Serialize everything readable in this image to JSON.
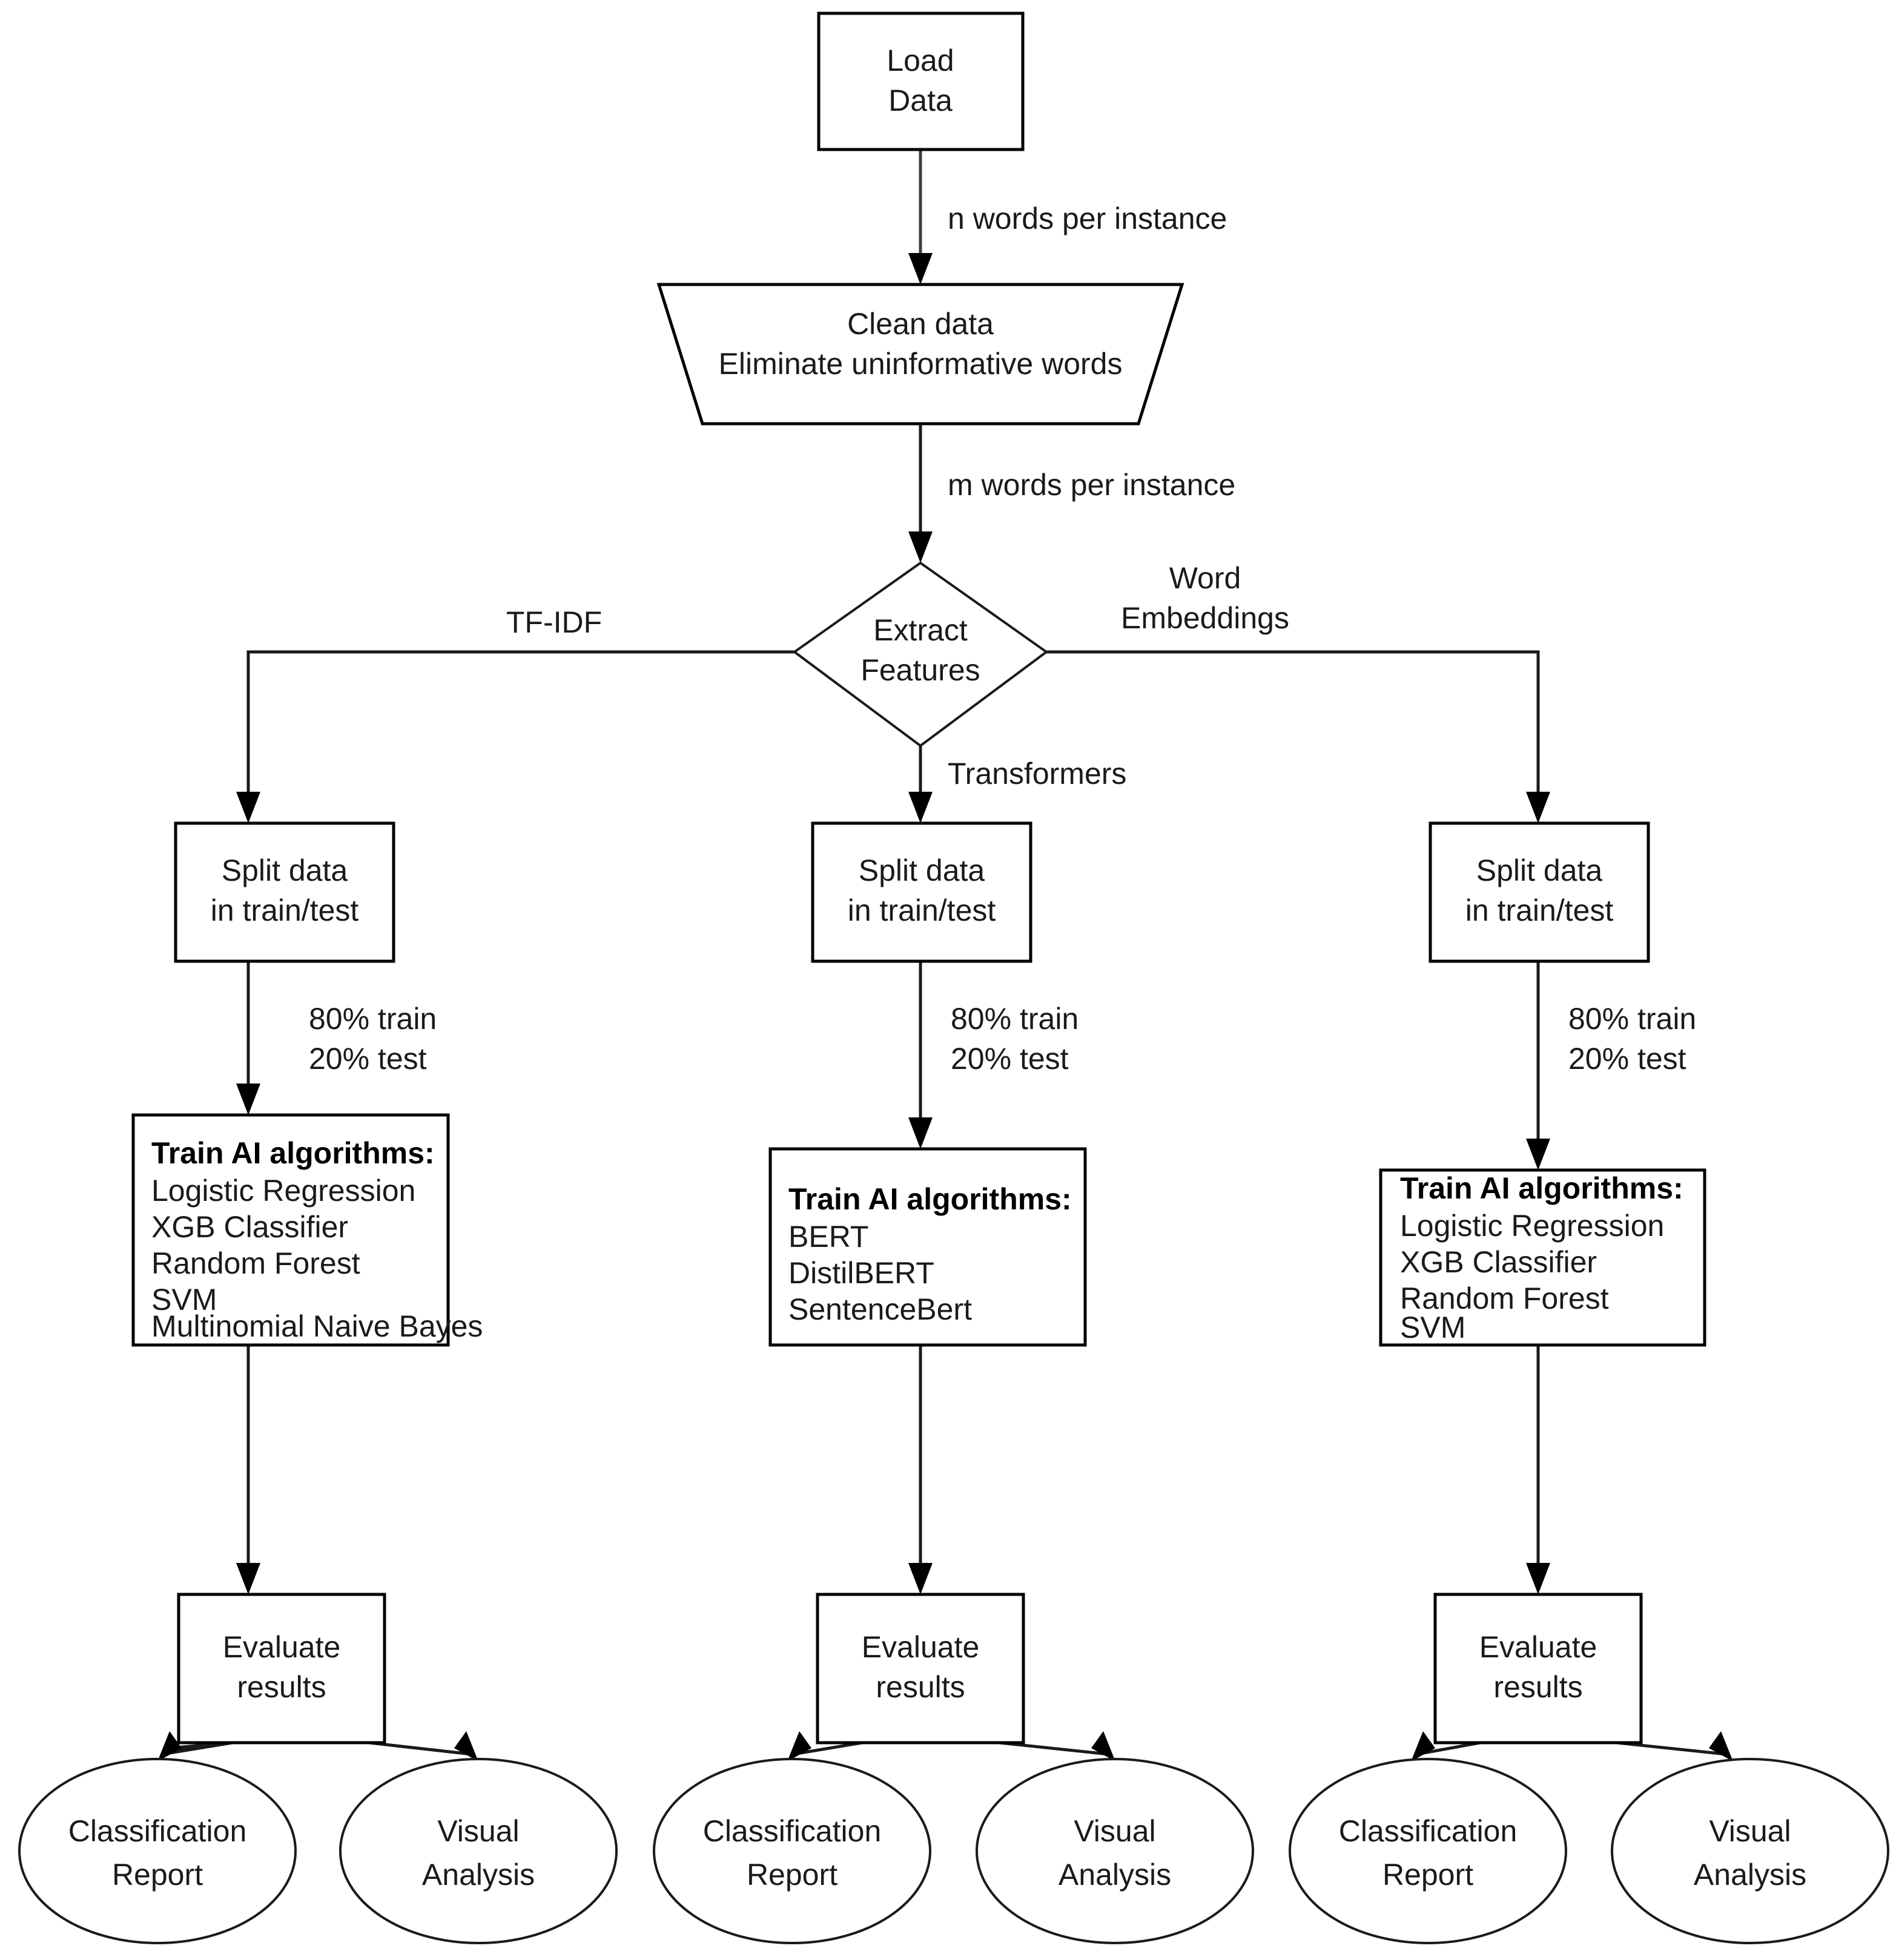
{
  "diagram": {
    "title": "Machine Learning Text Classification Pipeline",
    "colors": {
      "stroke": "#000000",
      "edge": "#1a1a1a",
      "background": "#ffffff",
      "text": "#1a1a1a"
    },
    "nodes": {
      "load_data": {
        "line1": "Load",
        "line2": "Data",
        "shape": "rectangle"
      },
      "clean_data": {
        "line1": "Clean data",
        "line2": "Eliminate uninformative words",
        "shape": "trapezoid"
      },
      "extract_features": {
        "line1": "Extract",
        "line2": "Features",
        "shape": "diamond"
      },
      "split_left": {
        "line1": "Split data",
        "line2": "in train/test",
        "shape": "rectangle"
      },
      "split_mid": {
        "line1": "Split data",
        "line2": "in train/test",
        "shape": "rectangle"
      },
      "split_right": {
        "line1": "Split data",
        "line2": "in train/test",
        "shape": "rectangle"
      },
      "train_left": {
        "heading": "Train AI algorithms:",
        "items": [
          "Logistic Regression",
          "XGB Classifier",
          "Random Forest",
          "SVM",
          "Multinomial Naive Bayes"
        ],
        "shape": "rectangle"
      },
      "train_mid": {
        "heading": "Train AI algorithms:",
        "items": [
          "BERT",
          "DistilBERT",
          "SentenceBert"
        ],
        "shape": "rectangle"
      },
      "train_right": {
        "heading": "Train AI algorithms:",
        "items": [
          "Logistic Regression",
          "XGB Classifier",
          "Random Forest",
          "SVM"
        ],
        "shape": "rectangle"
      },
      "evaluate_left": {
        "line1": "Evaluate",
        "line2": "results",
        "shape": "rectangle"
      },
      "evaluate_mid": {
        "line1": "Evaluate",
        "line2": "results",
        "shape": "rectangle"
      },
      "evaluate_right": {
        "line1": "Evaluate",
        "line2": "results",
        "shape": "rectangle"
      },
      "report_left": {
        "line1": "Classification",
        "line2": "Report",
        "shape": "ellipse"
      },
      "visual_left": {
        "line1": "Visual",
        "line2": "Analysis",
        "shape": "ellipse"
      },
      "report_mid": {
        "line1": "Classification",
        "line2": "Report",
        "shape": "ellipse"
      },
      "visual_mid": {
        "line1": "Visual",
        "line2": "Analysis",
        "shape": "ellipse"
      },
      "report_right": {
        "line1": "Classification",
        "line2": "Report",
        "shape": "ellipse"
      },
      "visual_right": {
        "line1": "Visual",
        "line2": "Analysis",
        "shape": "ellipse"
      }
    },
    "edge_labels": {
      "n_words": "n words per instance",
      "m_words": "m words per instance",
      "tfidf": "TF-IDF",
      "word_embeddings_line1": "Word",
      "word_embeddings_line2": "Embeddings",
      "transformers": "Transformers",
      "split_left_line1": "80% train",
      "split_left_line2": "20% test",
      "split_mid_line1": "80% train",
      "split_mid_line2": "20% test",
      "split_right_line1": "80% train",
      "split_right_line2": "20% test"
    }
  }
}
